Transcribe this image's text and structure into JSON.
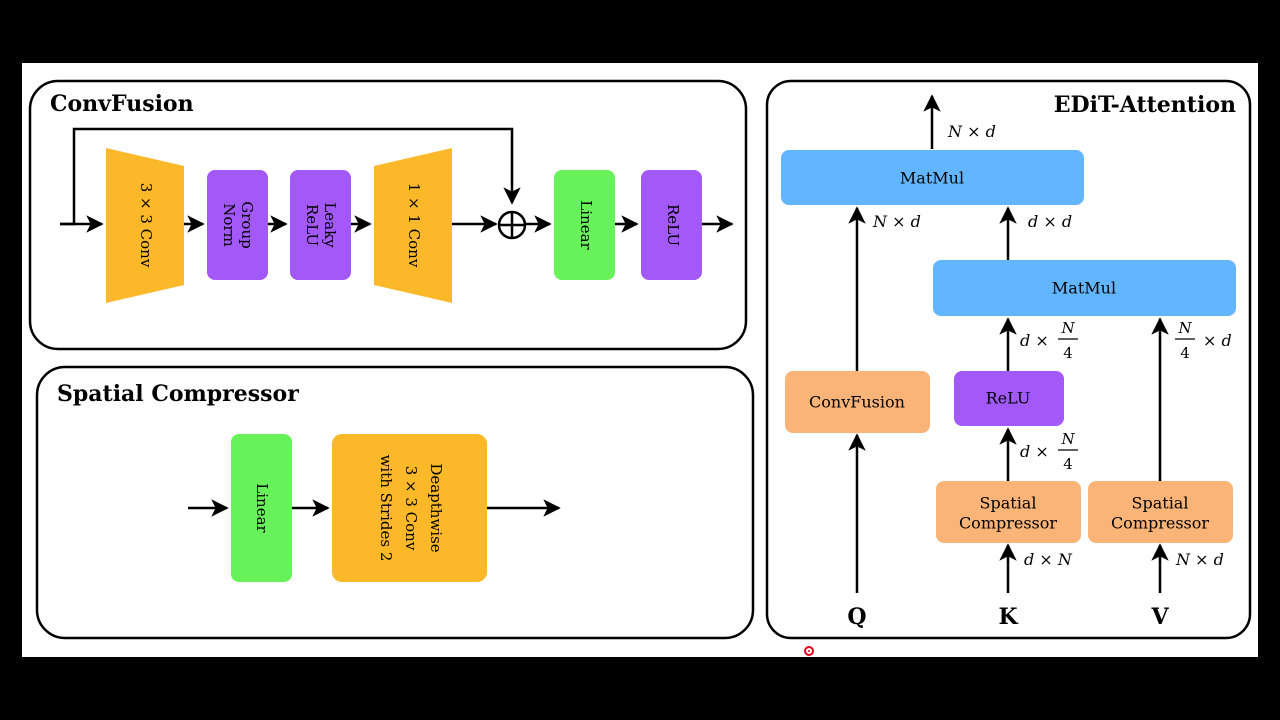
{
  "colors": {
    "orange": "#fbb829",
    "purple": "#a259f7",
    "green": "#67f25a",
    "blue": "#62b6ff",
    "light_orange": "#fbb477",
    "stroke": "#000000"
  },
  "convfusion": {
    "title": "ConvFusion",
    "conv3_label": "3 × 3 Conv",
    "groupnorm_label_1": "Group",
    "groupnorm_label_2": "Norm",
    "leakyrelu_label_1": "Leaky",
    "leakyrelu_label_2": "ReLU",
    "conv1_label": "1 × 1 Conv",
    "linear_label": "Linear",
    "relu_label": "ReLU",
    "sum_symbol": "+"
  },
  "spatial": {
    "title": "Spatial Compressor",
    "linear_label": "Linear",
    "depthwise_line_1": "Deapthwise",
    "depthwise_line_2": "3 × 3 Conv",
    "depthwise_line_3": "with Strides 2"
  },
  "attention": {
    "title": "EDiT-Attention",
    "matmul_top": "MatMul",
    "matmul_mid": "MatMul",
    "convfusion_label": "ConvFusion",
    "relu_label": "ReLU",
    "spatial_k_line_1": "Spatial",
    "spatial_k_line_2": "Compressor",
    "spatial_v_line_1": "Spatial",
    "spatial_v_line_2": "Compressor",
    "dim_out": "N × d",
    "dim_q": "N × d",
    "dim_dd": "d × d",
    "dim_k_in": "d × N",
    "dim_v_in": "N × d",
    "dim_frac_prefix": "d ×",
    "dim_frac_suffix": "× d",
    "frac_num": "N",
    "frac_den": "4",
    "q_label": "Q",
    "k_label": "K",
    "v_label": "V"
  }
}
